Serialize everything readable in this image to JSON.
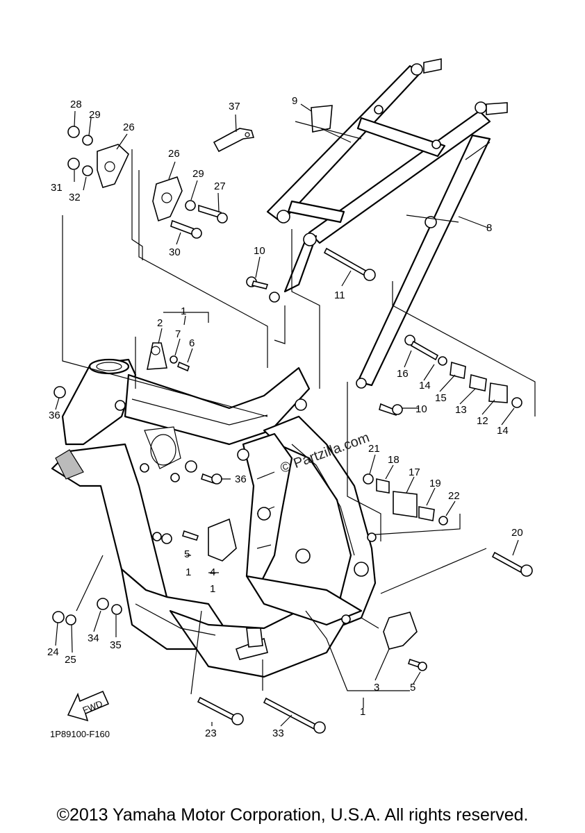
{
  "diagram": {
    "reference_code": "1P89100-F160",
    "fwd_label": "FWD",
    "watermark": "© Partzilla.com",
    "copyright": "©2013 Yamaha Motor Corporation, U.S.A. All rights reserved.",
    "callouts": {
      "n1a": "1",
      "n1b": "1",
      "n1c": "1",
      "n1d": "1",
      "n2": "2",
      "n3": "3",
      "n4": "4",
      "n5a": "5",
      "n5b": "5",
      "n6": "6",
      "n7": "7",
      "n8": "8",
      "n9": "9",
      "n10a": "10",
      "n10b": "10",
      "n11": "11",
      "n12": "12",
      "n13": "13",
      "n14a": "14",
      "n14b": "14",
      "n15": "15",
      "n16": "16",
      "n17": "17",
      "n18": "18",
      "n19": "19",
      "n20": "20",
      "n21": "21",
      "n22": "22",
      "n23": "23",
      "n24": "24",
      "n25": "25",
      "n26a": "26",
      "n26b": "26",
      "n27": "27",
      "n28": "28",
      "n29a": "29",
      "n29b": "29",
      "n30": "30",
      "n31": "31",
      "n32": "32",
      "n33": "33",
      "n34": "34",
      "n35": "35",
      "n36a": "36",
      "n36b": "36",
      "n37": "37"
    }
  }
}
